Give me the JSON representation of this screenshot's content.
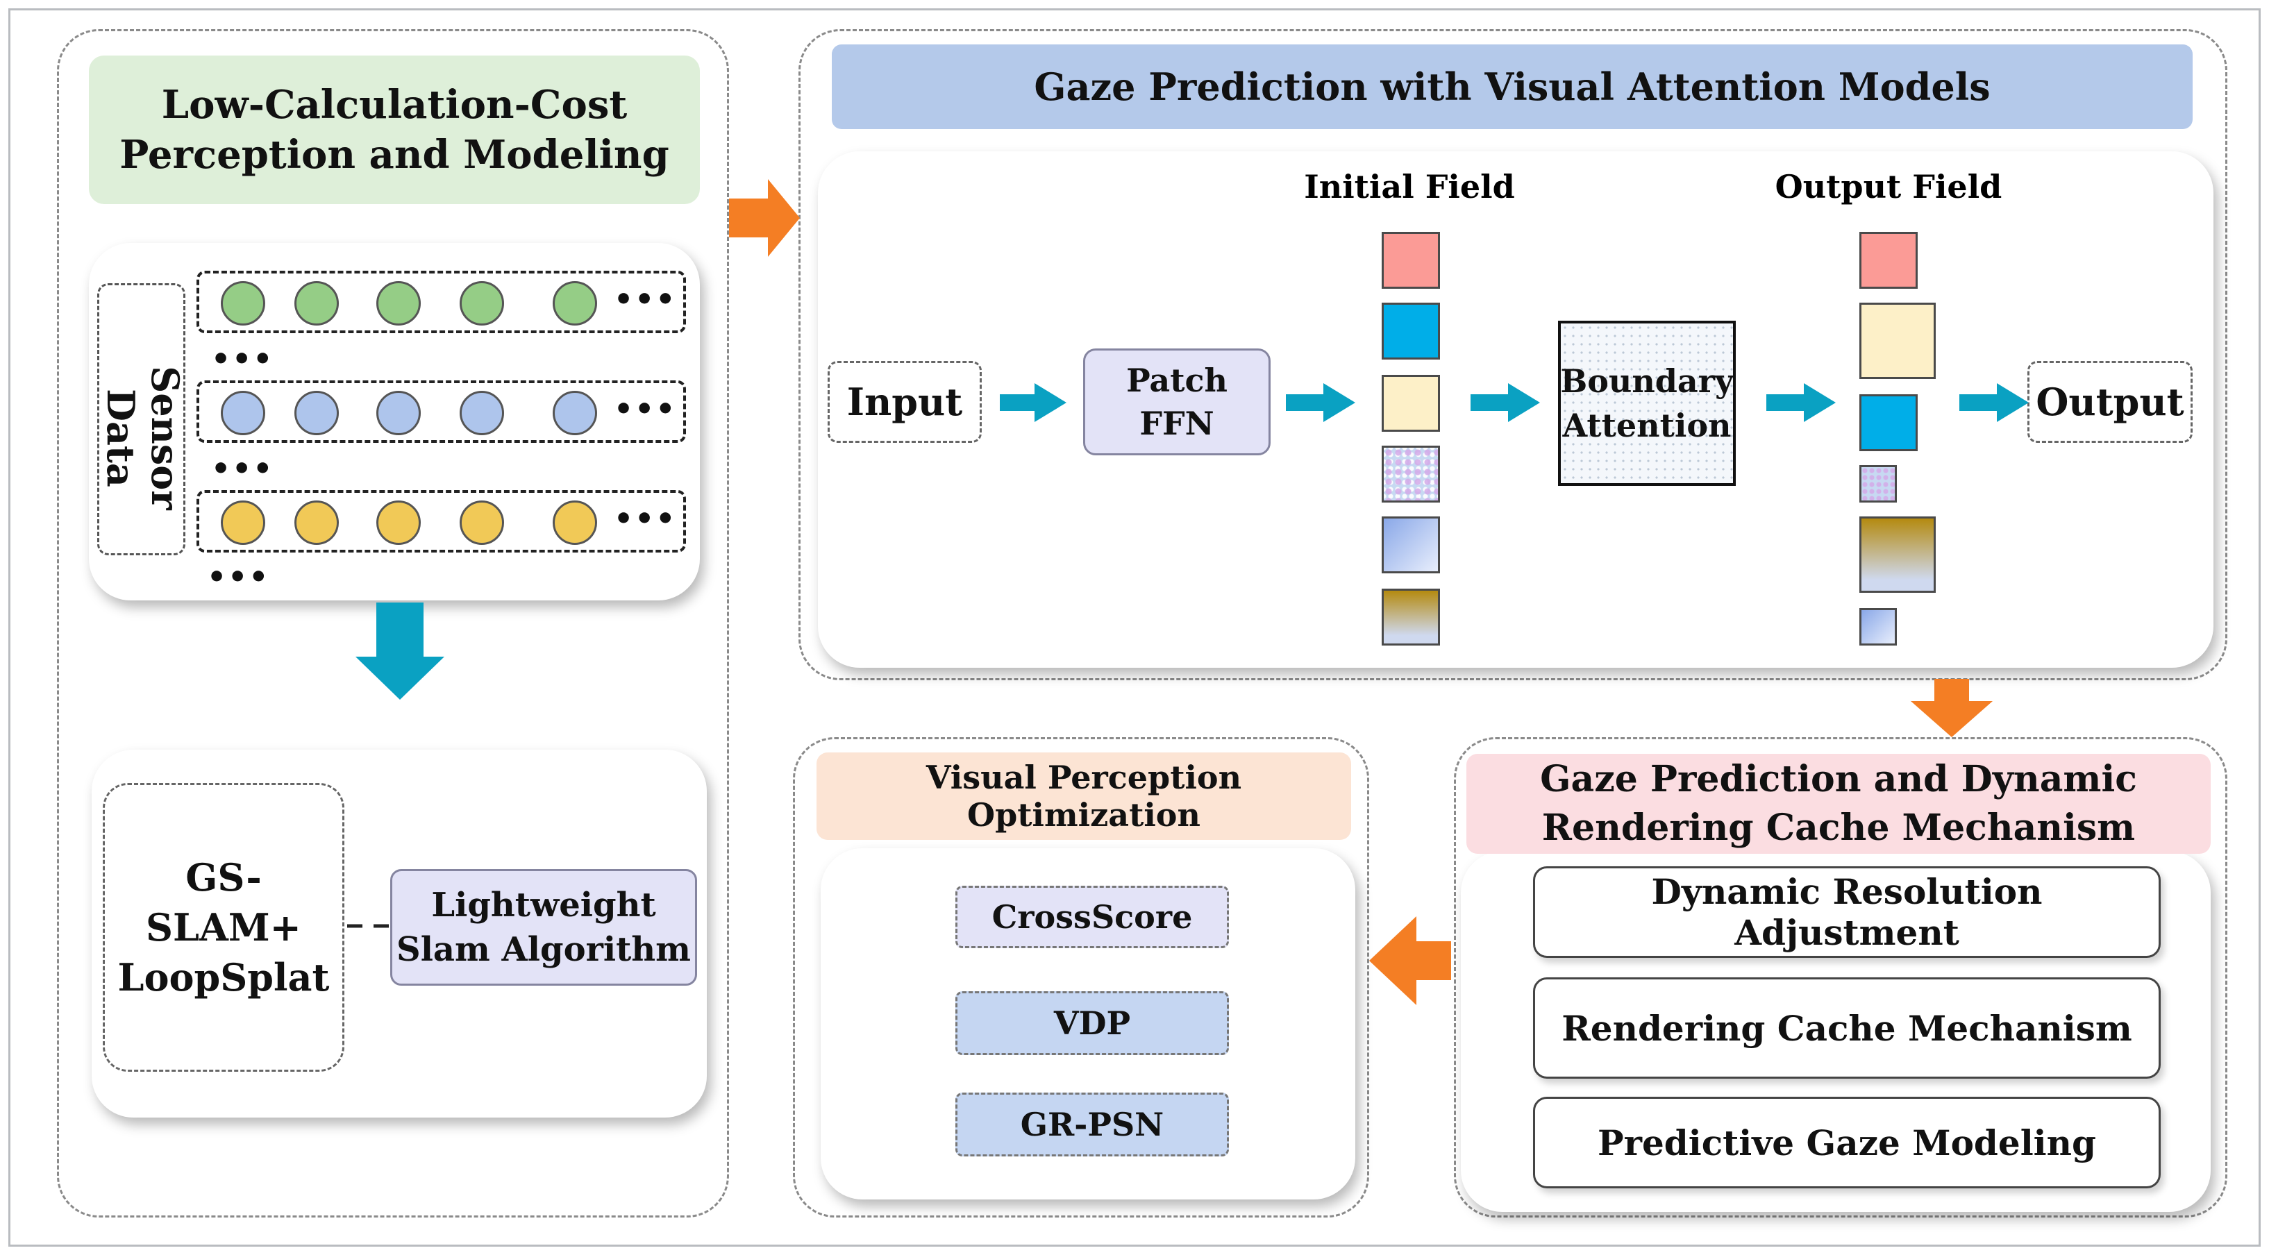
{
  "panels": {
    "left": {
      "title": "Low-Calculation-Cost\nPerception and Modeling",
      "sensor_label": "Sensor\nData",
      "slam_label": "GS-\nSLAM+\nLoopSplat",
      "algo_label": "Lightweight\nSlam Algorithm"
    },
    "top": {
      "title": "Gaze Prediction with Visual Attention Models",
      "initial_field_label": "Initial Field",
      "output_field_label": "Output Field",
      "input_label": "Input",
      "patch_ffn_label": "Patch\nFFN",
      "boundary_attention_label": "Boundary\nAttention",
      "output_label": "Output"
    },
    "cache": {
      "title": "Gaze Prediction and Dynamic\nRendering Cache Mechanism",
      "items": [
        "Dynamic Resolution Adjustment",
        "Rendering Cache Mechanism",
        "Predictive Gaze Modeling"
      ]
    },
    "perception": {
      "title": "Visual Perception Optimization",
      "items": [
        "CrossScore",
        "VDP",
        "GR-PSN"
      ]
    }
  },
  "colors": {
    "green_title": "#deefd9",
    "blue_title": "#b4c9ea",
    "pink_title": "#fbdde1",
    "peach_title": "#fce4d4",
    "lavender_box": "#e3e3f7",
    "light_blue_box": "#c5d6f2",
    "sensor_green": "#95cd86",
    "sensor_blue": "#aec5ec",
    "sensor_yellow": "#f1c957",
    "teal_arrow": "#0aa1c2",
    "orange_arrow": "#f47e24"
  },
  "icons": {
    "arrows": [
      "orange-right-arrow",
      "orange-down-arrow",
      "orange-left-arrow",
      "teal-down-arrow",
      "teal-right-arrow"
    ]
  }
}
